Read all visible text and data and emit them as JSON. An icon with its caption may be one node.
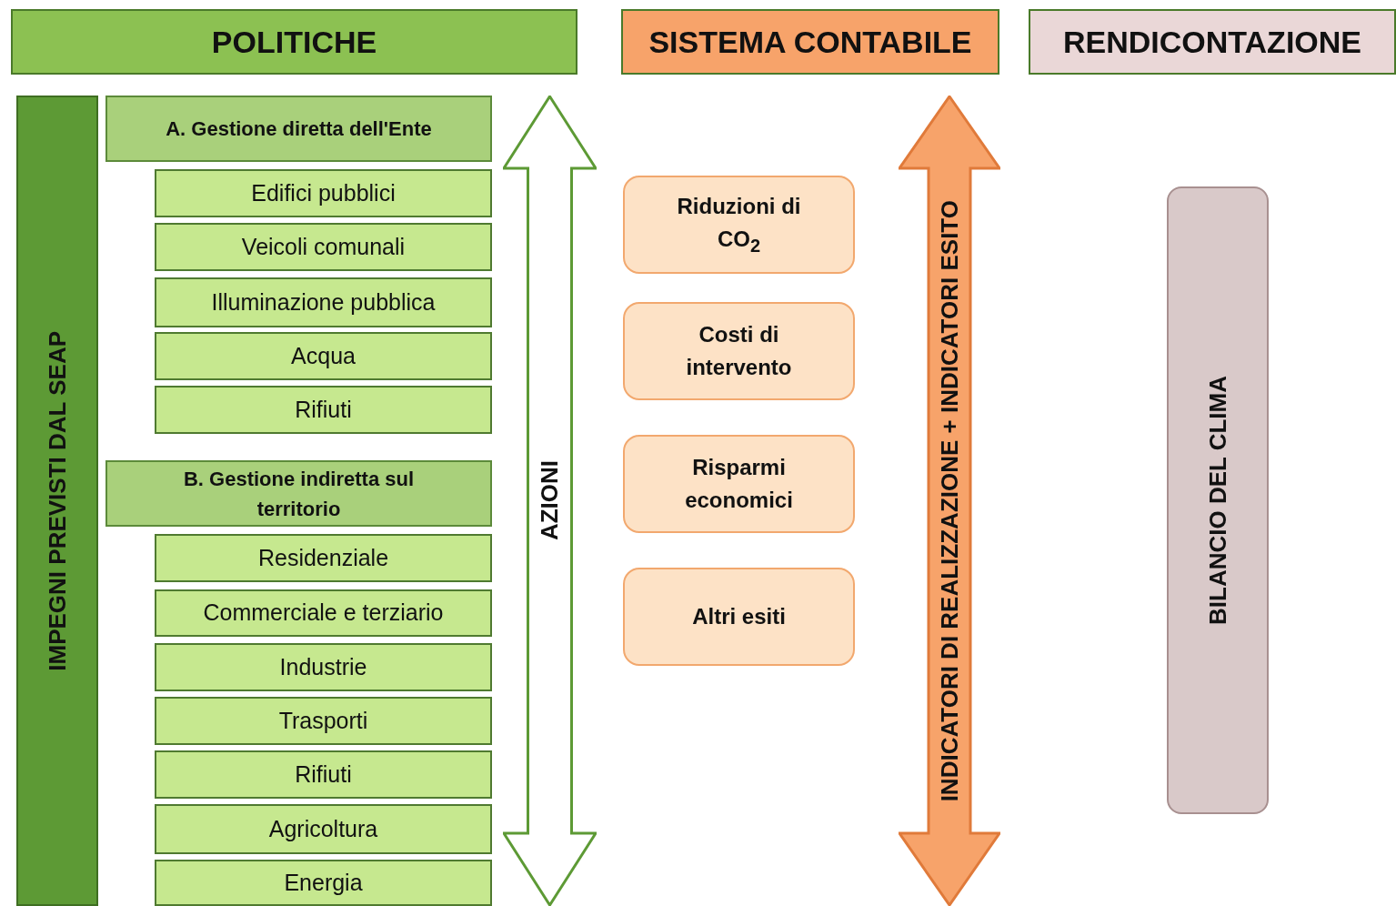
{
  "diagram": {
    "nodes": [
      {
        "text": [
          "POLITICHE"
        ]
      },
      {
        "text": [
          "SISTEMA CONTABILE"
        ]
      },
      {
        "text": [
          "RENDICONTAZIONE"
        ]
      },
      {
        "text": [
          "IMPEGNI PREVISTI DAL SEAP"
        ]
      },
      {
        "text": [
          "A. Gestione diretta dell'Ente"
        ]
      },
      {
        "text": [
          "Edifici pubblici"
        ]
      },
      {
        "text": [
          "Veicoli comunali"
        ]
      },
      {
        "text": [
          "Illuminazione pubblica"
        ]
      },
      {
        "text": [
          "Acqua"
        ]
      },
      {
        "text": [
          "Rifiuti"
        ]
      },
      {
        "text": [
          "B. Gestione indiretta sul territorio"
        ]
      },
      {
        "text": [
          "Residenziale"
        ]
      },
      {
        "text": [
          "Commerciale e terziario"
        ]
      },
      {
        "text": [
          "Industrie"
        ]
      },
      {
        "text": [
          "Trasporti"
        ]
      },
      {
        "text": [
          "Rifiuti"
        ]
      },
      {
        "text": [
          "Agricoltura"
        ]
      },
      {
        "text": [
          "Energia"
        ]
      },
      {
        "text": [
          "AZIONI"
        ]
      },
      {
        "text": [
          "Riduzioni di CO$_{2}$"
        ]
      },
      {
        "text": [
          "Costi di intervento"
        ]
      },
      {
        "text": [
          "Risparmi economici"
        ]
      },
      {
        "text": [
          "Altri esiti"
        ]
      },
      {
        "text": [
          "INDICATORI DI REALIZZAZIONE + INDICATORI ESITO"
        ]
      },
      {
        "text": [
          "BILANCIO DEL CLIMA"
        ]
      }
    ]
  }
}
